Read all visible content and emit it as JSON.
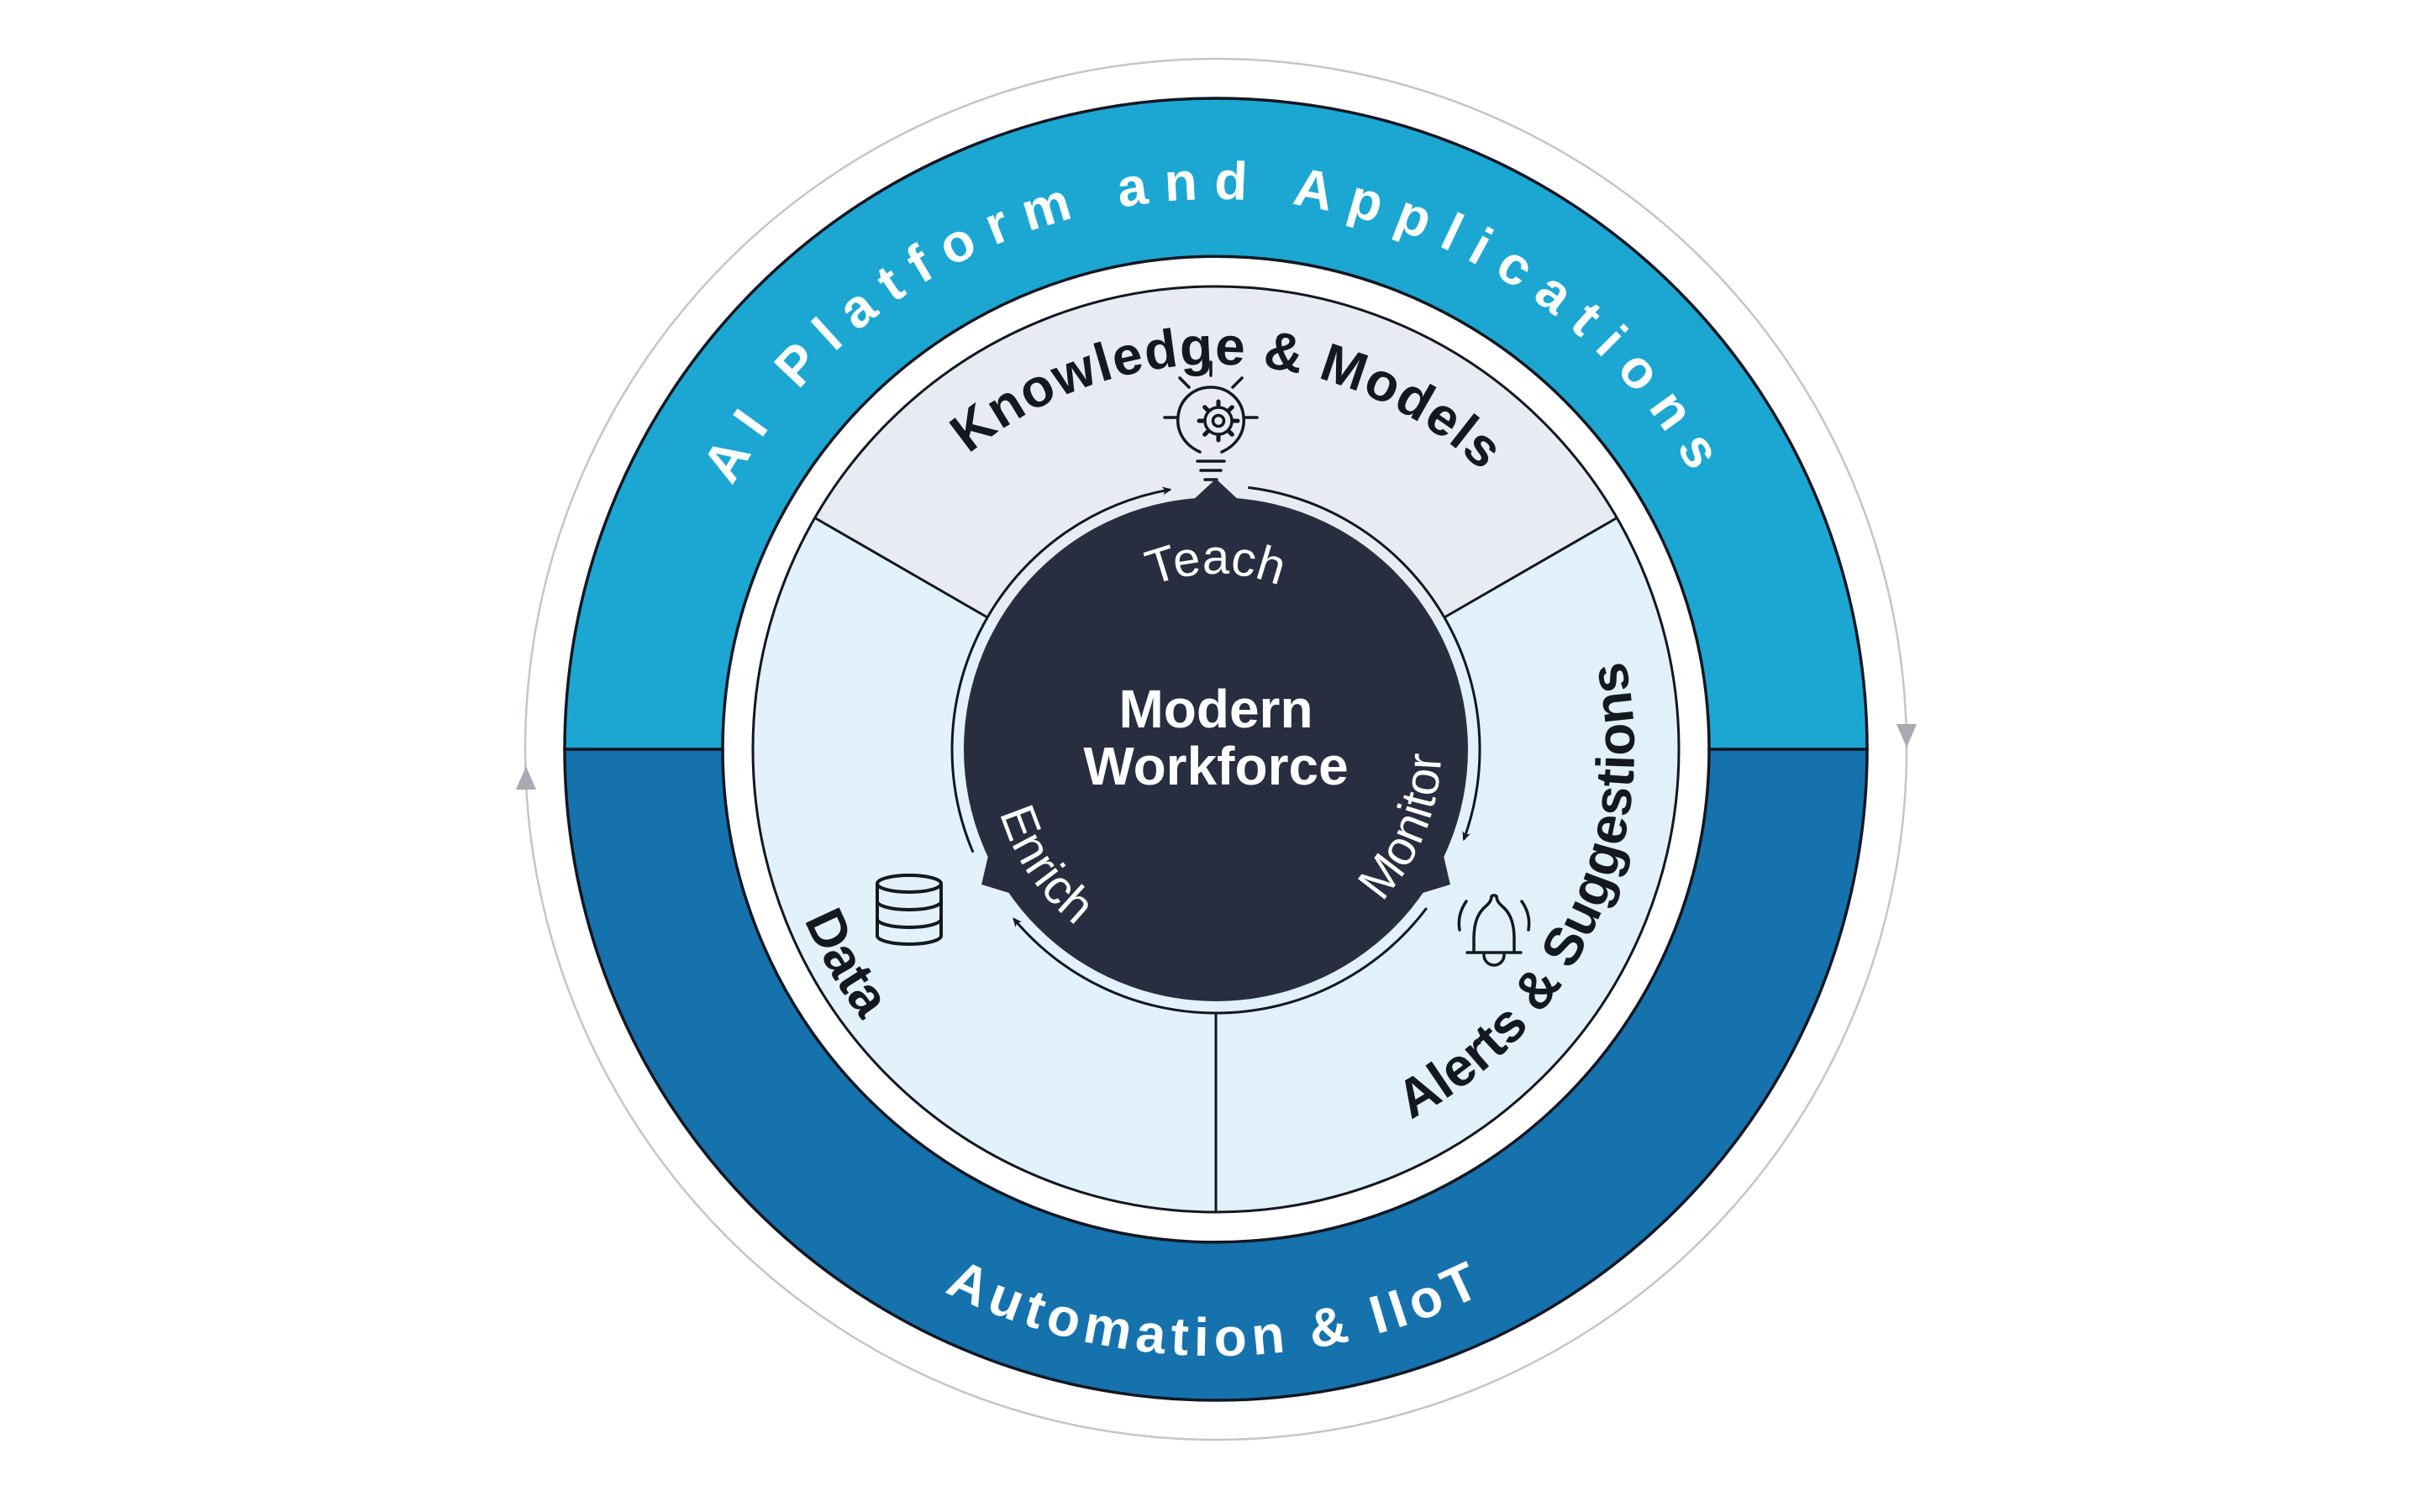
{
  "diagram": {
    "title_semantic": "Modern Workforce AI cycle diagram",
    "outer_ring": {
      "top": {
        "label": "AI Platform and Applications",
        "color": "#1CA7D2",
        "text_color": "#FFFFFF"
      },
      "bottom": {
        "label": "Automation & IIoT",
        "color": "#1572AC",
        "text_color": "#FFFFFF"
      }
    },
    "middle_ring": {
      "text_color": "#14181F",
      "sectors": [
        {
          "id": "knowledge",
          "label": "Knowledge & Models",
          "icon": "lightbulb-gear-icon",
          "color": "#E8EBF2"
        },
        {
          "id": "data",
          "label": "Data",
          "icon": "database-icon",
          "color": "#E3F1FA"
        },
        {
          "id": "alerts",
          "label": "Alerts & Suggestions",
          "icon": "bell-icon",
          "color": "#E1F0F9"
        }
      ]
    },
    "core": {
      "line1": "Modern",
      "line2": "Workforce",
      "color": "#282D3F",
      "text_color": "#FFFFFF",
      "cycle": [
        {
          "label": "Teach"
        },
        {
          "label": "Monitor"
        },
        {
          "label": "Enrich"
        }
      ],
      "cycle_direction_icon": "clockwise-arrow-icon"
    },
    "rotation_ring": {
      "icon": "clockwise-rotation-arrows-icon",
      "color": "#B9BDC2"
    }
  }
}
